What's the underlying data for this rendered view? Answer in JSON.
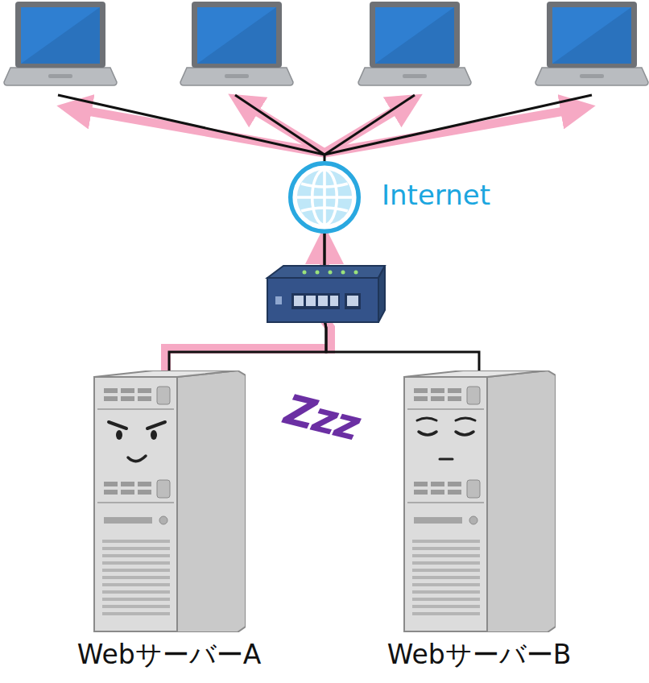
{
  "diagram": {
    "nodes": [
      {
        "text": [
          "Internet"
        ]
      },
      {
        "text": [
          "WebサーバーA"
        ]
      },
      {
        "text": [
          "WebサーバーB"
        ]
      }
    ],
    "edges": [
      {
        "from": 1,
        "to": 0,
        "arrow": "to"
      },
      {
        "from": 2,
        "to": 0,
        "arrow": "none"
      }
    ],
    "labels": [
      "Zzz"
    ]
  }
}
